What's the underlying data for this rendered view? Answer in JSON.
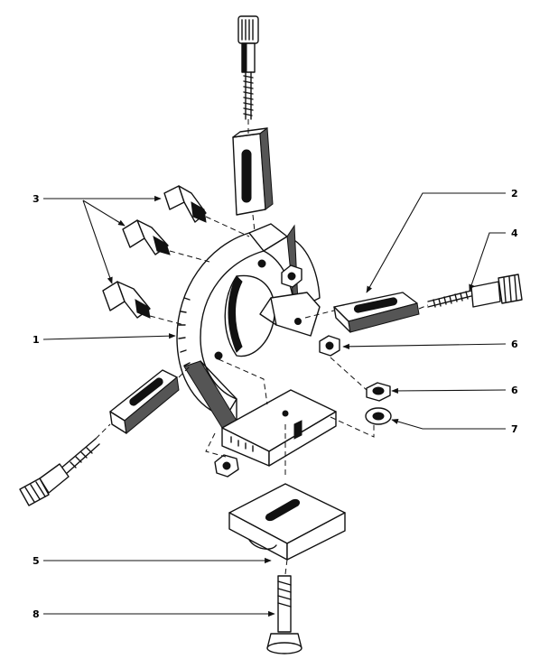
{
  "diagram": {
    "callouts": [
      {
        "id": "c1",
        "label": "1"
      },
      {
        "id": "c2",
        "label": "2"
      },
      {
        "id": "c3",
        "label": "3"
      },
      {
        "id": "c4",
        "label": "4"
      },
      {
        "id": "c5",
        "label": "5"
      },
      {
        "id": "c6a",
        "label": "6"
      },
      {
        "id": "c6b",
        "label": "6"
      },
      {
        "id": "c7",
        "label": "7"
      },
      {
        "id": "c8",
        "label": "8"
      }
    ]
  }
}
